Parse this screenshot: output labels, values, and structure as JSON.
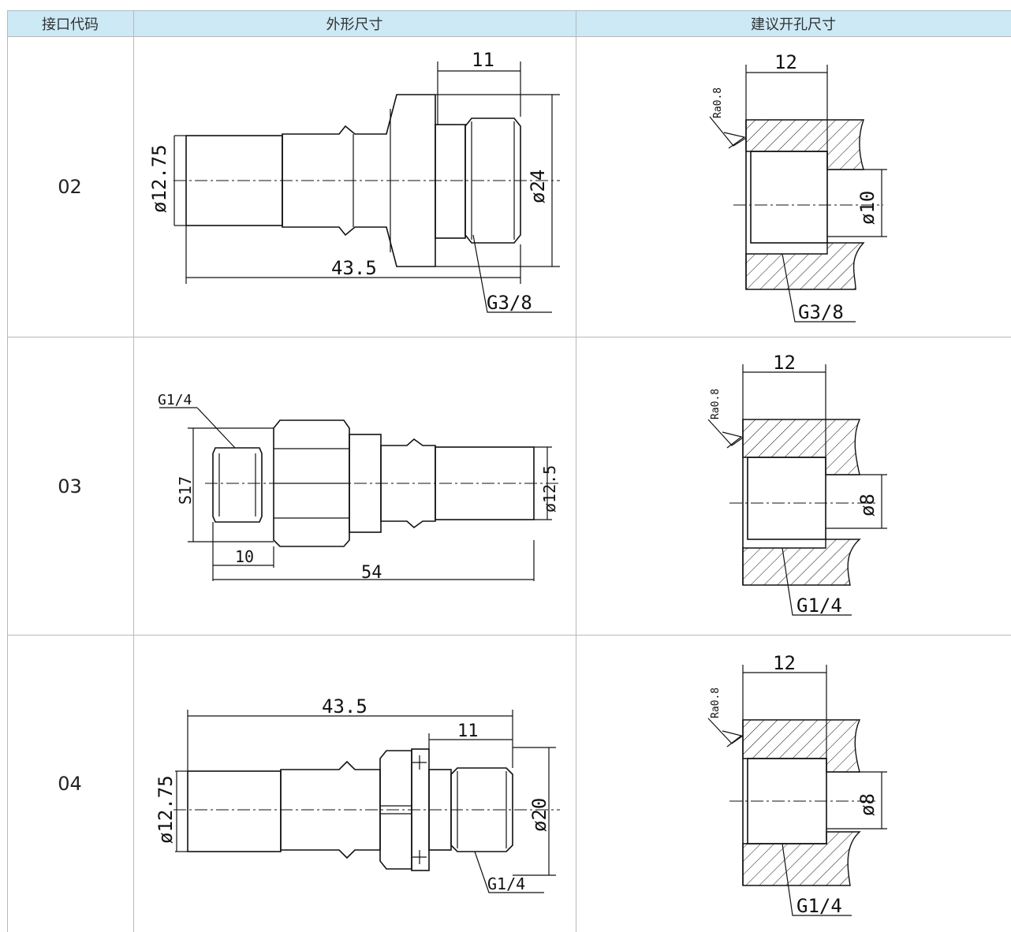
{
  "table": {
    "headers": [
      "接口代码",
      "外形尺寸",
      "建议开孔尺寸"
    ],
    "rows": [
      {
        "code": "02",
        "outline": {
          "dim_top": "11",
          "dim_dia_left": "ø12.75",
          "dim_dia_right": "ø24",
          "dim_len": "43.5",
          "thread": "G3/8"
        },
        "hole": {
          "depth": "12",
          "roughness": "Ra0.8",
          "dia": "ø10",
          "thread": "G3/8"
        }
      },
      {
        "code": "03",
        "outline": {
          "thread": "G1/4",
          "hex": "S17",
          "dim_dia_right": "ø12.5",
          "dim_short": "10",
          "dim_len": "54"
        },
        "hole": {
          "depth": "12",
          "roughness": "Ra0.8",
          "dia": "ø8",
          "thread": "G1/4"
        }
      },
      {
        "code": "04",
        "outline": {
          "dim_len": "43.5",
          "dim_top": "11",
          "dim_dia_left": "ø12.75",
          "dim_dia_right": "ø20",
          "thread": "G1/4"
        },
        "hole": {
          "depth": "12",
          "roughness": "Ra0.8",
          "dia": "ø8",
          "thread": "G1/4"
        }
      }
    ]
  }
}
